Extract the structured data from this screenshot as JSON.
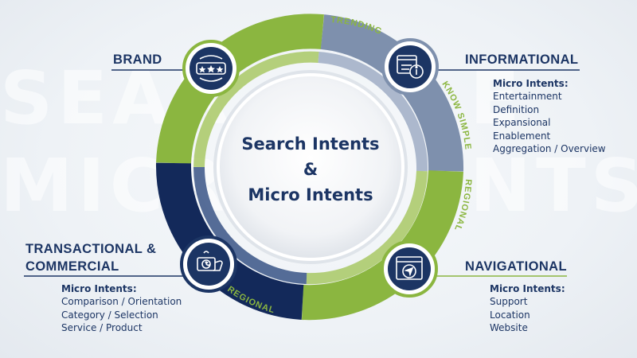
{
  "background_words": [
    "SEAR",
    "E",
    "MICR",
    "NTS"
  ],
  "center": {
    "line1": "Search Intents",
    "line2": "&",
    "line3": "Micro Intents"
  },
  "arc_labels": {
    "top": "TRENDING",
    "right_upper": "KNOW SIMPLE",
    "right_lower": "REGIONAL",
    "bottom": "REGIONAL"
  },
  "categories": {
    "brand": {
      "title": "BRAND",
      "icon": "stars-badge-icon"
    },
    "informational": {
      "title": "INFORMATIONAL",
      "icon": "info-screen-icon",
      "micro_title": "Micro Intents:",
      "items": [
        "Entertainment",
        "Definition",
        "Expansional",
        "Enablement",
        "Aggregation / Overview"
      ]
    },
    "transactional": {
      "title_line1": "TRANSACTIONAL &",
      "title_line2": "COMMERCIAL",
      "icon": "money-hand-icon",
      "micro_title": "Micro Intents:",
      "items": [
        "Comparison / Orientation",
        "Category / Selection",
        "Service / Product"
      ]
    },
    "navigational": {
      "title": "NAVIGATIONAL",
      "icon": "navigation-window-icon",
      "micro_title": "Micro Intents:",
      "items": [
        "Support",
        "Location",
        "Website"
      ]
    }
  },
  "colors": {
    "navy": "#1c3564",
    "green": "#8bb640",
    "light_green": "#a4c55b",
    "slate": "#7e90ad",
    "dark_navy": "#13295a"
  }
}
